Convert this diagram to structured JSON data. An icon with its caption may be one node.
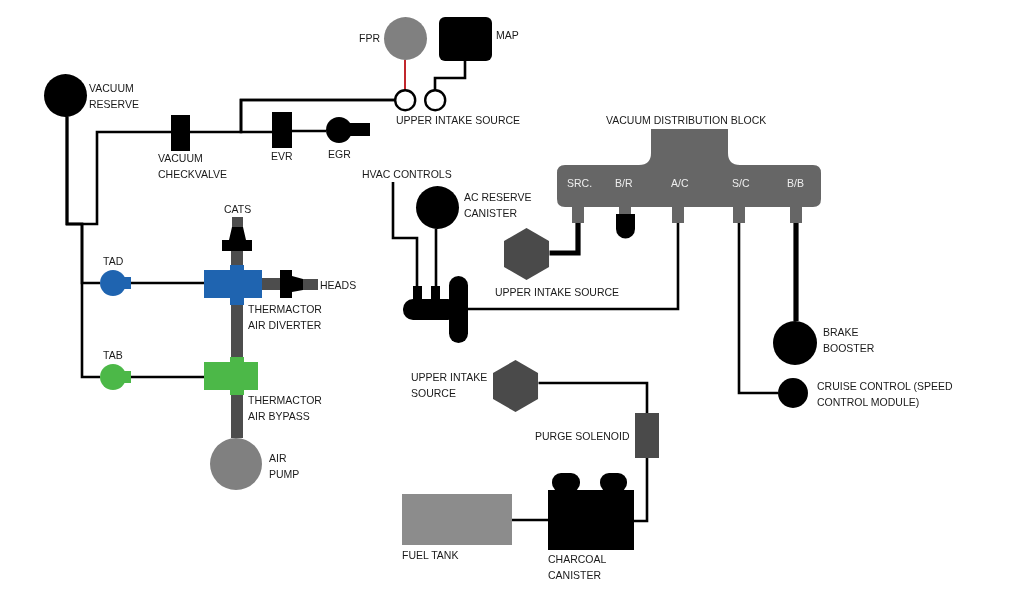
{
  "diagram": {
    "nodes": [
      {
        "text": [
          "FPR"
        ]
      },
      {
        "text": [
          "MAP"
        ]
      },
      {
        "text": [
          "VACUUM RESERVE"
        ]
      },
      {
        "text": [],
        "shape": "circle"
      },
      {
        "text": [],
        "shape": "circle"
      },
      {
        "text": [
          "VACUUM CHECKVALVE"
        ]
      },
      {
        "text": [
          "EVR"
        ]
      },
      {
        "text": [
          "EGR"
        ]
      },
      {
        "text": [
          "VACUUM DISTRIBUTION BLOCK",
          "SRC.",
          "B/R",
          "A/C",
          "S/C",
          "B/B"
        ]
      },
      {
        "text": [
          "HVAC CONTROLS"
        ]
      },
      {
        "text": [
          "AC RESERVE CANISTER"
        ]
      },
      {
        "text": [
          "CATS"
        ]
      },
      {
        "text": [
          "UPPER INTAKE SOURCE"
        ]
      },
      {
        "text": [],
        "shape": "tee"
      },
      {
        "text": [
          "TAD"
        ]
      },
      {
        "text": [
          "THERMACTOR AIR DIVERTER"
        ]
      },
      {
        "text": [
          "HEADS"
        ]
      },
      {
        "text": [
          "BRAKE BOOSTER"
        ]
      },
      {
        "text": [
          "TAB"
        ]
      },
      {
        "text": [
          "THERMACTOR AIR BYPASS"
        ]
      },
      {
        "text": [
          "UPPER INTAKE SOURCE"
        ]
      },
      {
        "text": [
          "CRUISE CONTROL (SPEED CONTROL MODULE)"
        ]
      },
      {
        "text": [
          "PURGE SOLENOID"
        ]
      },
      {
        "text": [
          "AIR PUMP"
        ]
      },
      {
        "text": [
          "FUEL TANK"
        ]
      },
      {
        "text": [
          "CHARCOAL CANISTER"
        ]
      }
    ],
    "edges": [
      {
        "from": 0,
        "to": 3,
        "arrow": "none",
        "color": "#c1272d"
      },
      {
        "from": 1,
        "to": 4,
        "arrow": "none"
      },
      {
        "from": 3,
        "to": 5,
        "arrow": "none"
      },
      {
        "from": 3,
        "to": 6,
        "arrow": "none"
      },
      {
        "from": 6,
        "to": 7,
        "arrow": "none"
      },
      {
        "from": 2,
        "to": 5,
        "arrow": "none"
      },
      {
        "from": 2,
        "to": 14,
        "arrow": "none"
      },
      {
        "from": 2,
        "to": 18,
        "arrow": "none"
      },
      {
        "from": 8,
        "to": 12,
        "arrow": "none",
        "style": "thick"
      },
      {
        "from": 8,
        "to": 13,
        "arrow": "none"
      },
      {
        "from": 9,
        "to": 13,
        "arrow": "none"
      },
      {
        "from": 10,
        "to": 13,
        "arrow": "none"
      },
      {
        "from": 8,
        "to": 21,
        "arrow": "none"
      },
      {
        "from": 8,
        "to": 17,
        "arrow": "none",
        "style": "thick"
      },
      {
        "from": 11,
        "to": 15,
        "arrow": "none",
        "style": "thick",
        "color": "#4d4d4d"
      },
      {
        "from": 15,
        "to": 16,
        "arrow": "none",
        "style": "thick",
        "color": "#4d4d4d"
      },
      {
        "from": 15,
        "to": 19,
        "arrow": "none",
        "style": "thick",
        "color": "#4d4d4d"
      },
      {
        "from": 19,
        "to": 23,
        "arrow": "none",
        "style": "thick",
        "color": "#4d4d4d"
      },
      {
        "from": 14,
        "to": 15,
        "arrow": "none"
      },
      {
        "from": 18,
        "to": 19,
        "arrow": "none"
      },
      {
        "from": 20,
        "to": 22,
        "arrow": "none"
      },
      {
        "from": 22,
        "to": 25,
        "arrow": "none"
      },
      {
        "from": 24,
        "to": 25,
        "arrow": "none"
      }
    ],
    "labels": [
      "UPPER INTAKE SOURCE"
    ]
  }
}
